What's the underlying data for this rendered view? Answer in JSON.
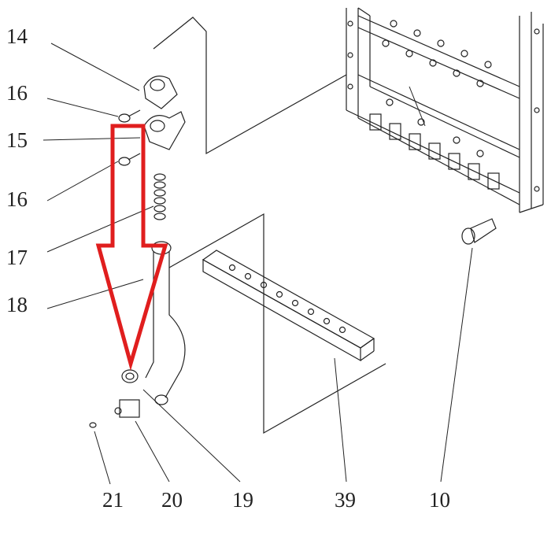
{
  "diagram": {
    "callouts_left": [
      "14",
      "16",
      "15",
      "16",
      "17",
      "18"
    ],
    "callouts_bottom": [
      "21",
      "20",
      "19",
      "39",
      "10"
    ],
    "highlight_color": "#e01e1e",
    "line_color": "#222222"
  }
}
